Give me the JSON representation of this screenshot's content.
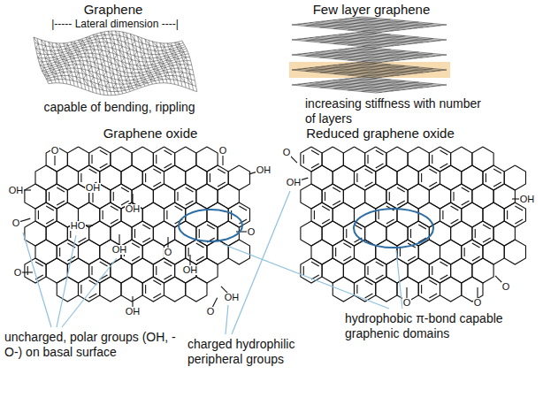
{
  "diagram": {
    "labels": [
      "Graphene",
      "|----- Lateral dimension ----|",
      "capable of bending, rippling",
      "Few layer graphene",
      "increasing stiffness with number of layers",
      "Graphene oxide",
      "Reduced graphene oxide",
      "O",
      "O",
      "OH",
      "OH",
      "O",
      "OH",
      "HO",
      "OH",
      "OH",
      "O",
      "OH",
      "O",
      "O",
      "OH",
      "O",
      "OH",
      "O",
      "OH",
      "OH",
      "O",
      "O",
      "O",
      "uncharged, polar groups (OH, -O-) on basal surface",
      "charged hydrophilic peripheral groups",
      "hydrophobic π-bond capable graphenic domains"
    ]
  }
}
